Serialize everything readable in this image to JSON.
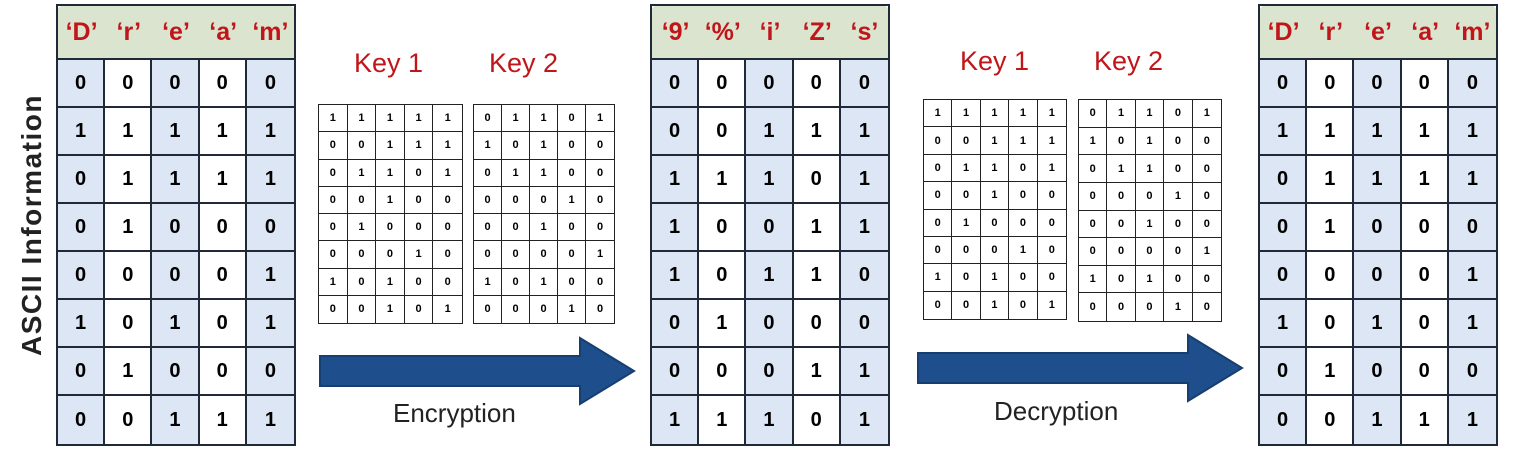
{
  "side_label": "ASCII Information",
  "tables": [
    {
      "id": "plaintext",
      "headers": [
        "‘D’",
        "‘r’",
        "‘e’",
        "‘a’",
        "‘m’"
      ],
      "bits": [
        [
          0,
          0,
          0,
          0,
          0
        ],
        [
          1,
          1,
          1,
          1,
          1
        ],
        [
          0,
          1,
          1,
          1,
          1
        ],
        [
          0,
          1,
          0,
          0,
          0
        ],
        [
          0,
          0,
          0,
          0,
          1
        ],
        [
          1,
          0,
          1,
          0,
          1
        ],
        [
          0,
          1,
          0,
          0,
          0
        ],
        [
          0,
          0,
          1,
          1,
          1
        ]
      ]
    },
    {
      "id": "ciphertext",
      "headers": [
        "‘9’",
        "‘%’",
        "‘i’",
        "‘Z’",
        "‘s’"
      ],
      "bits": [
        [
          0,
          0,
          0,
          0,
          0
        ],
        [
          0,
          0,
          1,
          1,
          1
        ],
        [
          1,
          1,
          1,
          0,
          1
        ],
        [
          1,
          0,
          0,
          1,
          1
        ],
        [
          1,
          0,
          1,
          1,
          0
        ],
        [
          0,
          1,
          0,
          0,
          0
        ],
        [
          0,
          0,
          0,
          1,
          1
        ],
        [
          1,
          1,
          1,
          0,
          1
        ]
      ]
    },
    {
      "id": "decrypted",
      "headers": [
        "‘D’",
        "‘r’",
        "‘e’",
        "‘a’",
        "‘m’"
      ],
      "bits": [
        [
          0,
          0,
          0,
          0,
          0
        ],
        [
          1,
          1,
          1,
          1,
          1
        ],
        [
          0,
          1,
          1,
          1,
          1
        ],
        [
          0,
          1,
          0,
          0,
          0
        ],
        [
          0,
          0,
          0,
          0,
          1
        ],
        [
          1,
          0,
          1,
          0,
          1
        ],
        [
          0,
          1,
          0,
          0,
          0
        ],
        [
          0,
          0,
          1,
          1,
          1
        ]
      ]
    }
  ],
  "key1_label": "Key 1",
  "key2_label": "Key 2",
  "key1_bits": [
    [
      1,
      1,
      1,
      1,
      1
    ],
    [
      0,
      0,
      1,
      1,
      1
    ],
    [
      0,
      1,
      1,
      0,
      1
    ],
    [
      0,
      0,
      1,
      0,
      0
    ],
    [
      0,
      1,
      0,
      0,
      0
    ],
    [
      0,
      0,
      0,
      1,
      0
    ],
    [
      1,
      0,
      1,
      0,
      0
    ],
    [
      0,
      0,
      1,
      0,
      1
    ]
  ],
  "key2_bits": [
    [
      0,
      1,
      1,
      0,
      1
    ],
    [
      1,
      0,
      1,
      0,
      0
    ],
    [
      0,
      1,
      1,
      0,
      0
    ],
    [
      0,
      0,
      0,
      1,
      0
    ],
    [
      0,
      0,
      1,
      0,
      0
    ],
    [
      0,
      0,
      0,
      0,
      1
    ],
    [
      1,
      0,
      1,
      0,
      0
    ],
    [
      0,
      0,
      0,
      1,
      0
    ]
  ],
  "encryption_label": "Encryption",
  "decryption_label": "Decryption",
  "colors": {
    "header_bg": "#dbe4cf",
    "header_text": "#c0161a",
    "shaded_column": "#dde6f4",
    "arrow": "#1f4e8c",
    "key_label": "#c0161a"
  }
}
